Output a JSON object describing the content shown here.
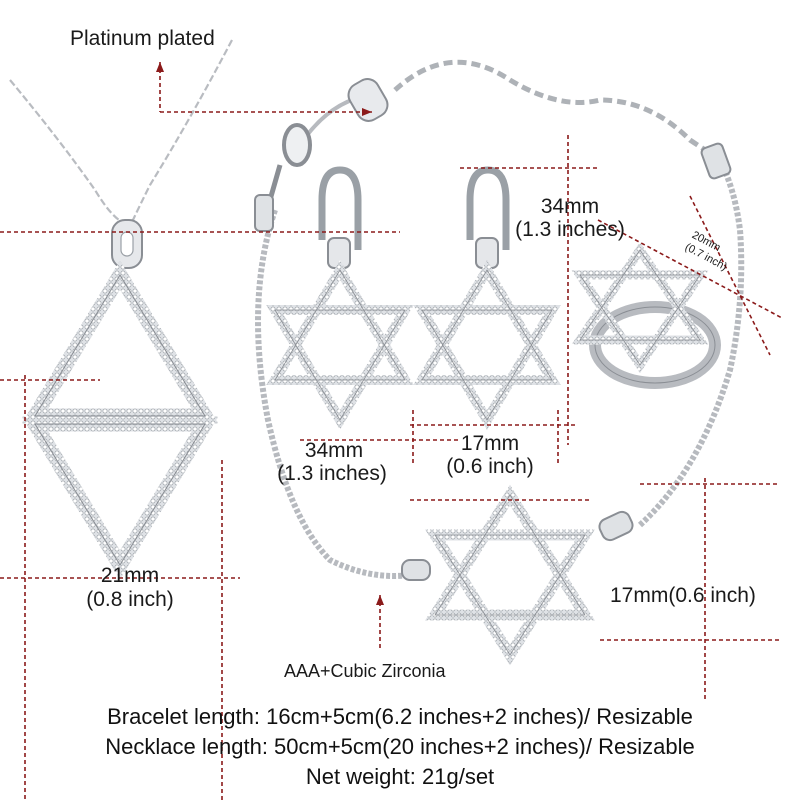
{
  "labels": {
    "plating": "Platinum  plated",
    "earring_height_mm": "34mm",
    "earring_height_in": "(1.3 inches)",
    "ring_width_mm": "20mm",
    "ring_width_in": "(0.7 inch)",
    "pendant_height_mm": "34mm",
    "pendant_height_in": "(1.3 inches)",
    "earring_width_mm": "17mm",
    "earring_width_in": "(0.6 inch)",
    "pendant_width_mm": "21mm",
    "pendant_width_in": "(0.8 inch)",
    "bracelet_charm": "17mm(0.6 inch)",
    "stones": "AAA+Cubic Zirconia"
  },
  "specs": {
    "bracelet_length": "Bracelet length: 16cm+5cm(6.2 inches+2 inches)/ Resizable",
    "necklace_length": "Necklace length: 50cm+5cm(20 inches+2 inches)/ Resizable",
    "net_weight": "Net weight: 21g/set"
  },
  "colors": {
    "metal": "#c9ccd0",
    "metal_dark": "#8a8e94",
    "guide_line": "#8b1a1a",
    "text": "#1a1a1a"
  }
}
